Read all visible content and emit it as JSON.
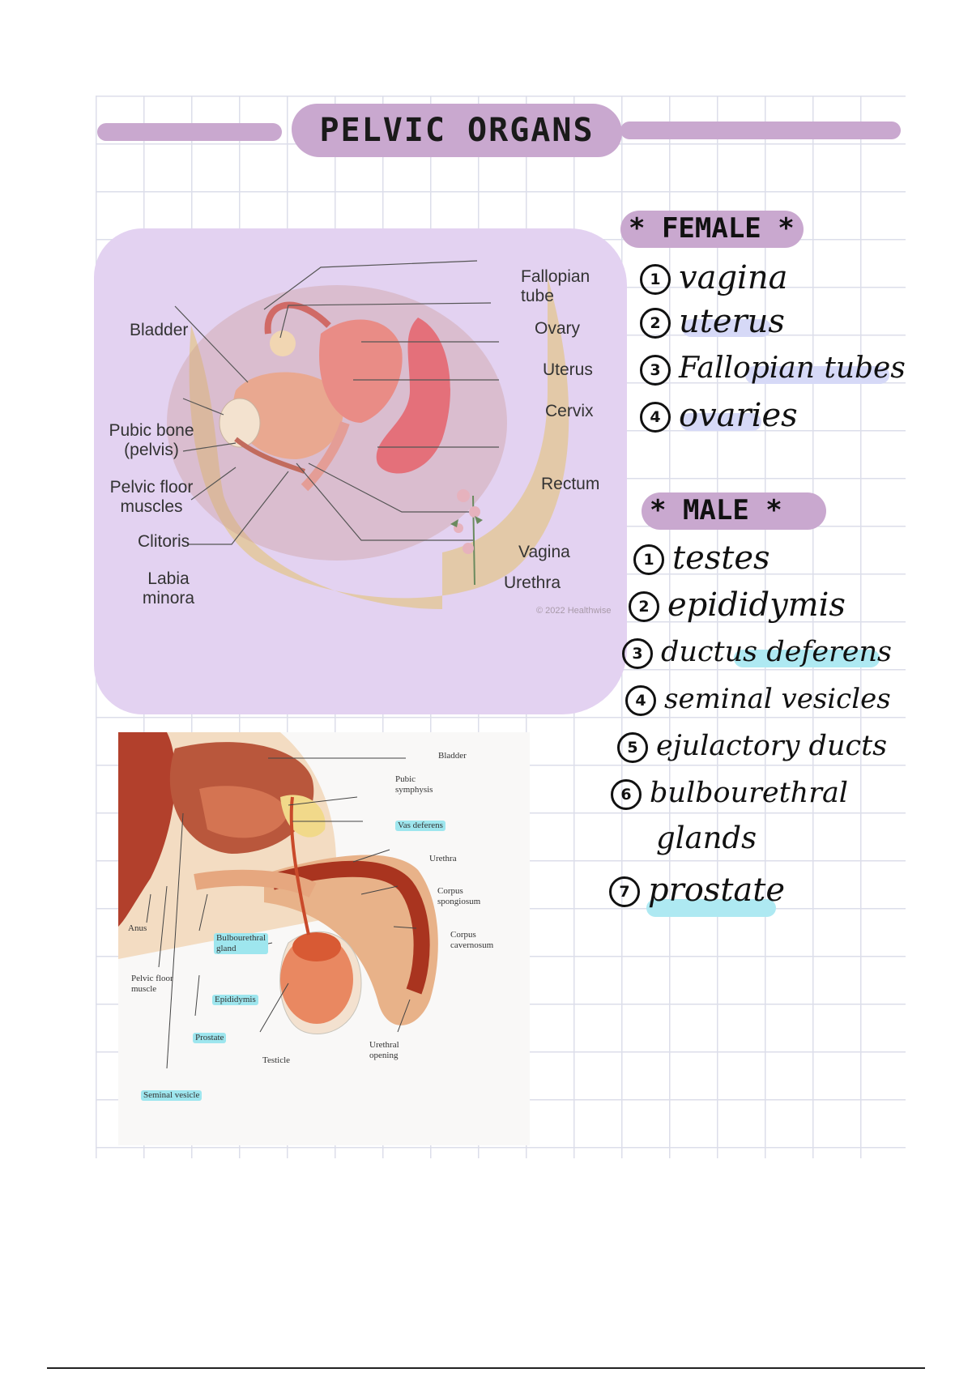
{
  "title": "PELVIC ORGANS",
  "colors": {
    "title_highlight": "#c9a8cf",
    "figure_background": "#e3d2f1",
    "female_highlight": "#d6d9f7",
    "male_highlight": "#aee9f2",
    "grid": "#d9dbe8"
  },
  "female_figure": {
    "labels": {
      "fallopian_tube": "Fallopian\ntube",
      "bladder": "Bladder",
      "ovary": "Ovary",
      "uterus": "Uterus",
      "cervix": "Cervix",
      "pubic_bone": "Pubic bone\n(pelvis)",
      "pelvic_floor": "Pelvic floor\nmuscles",
      "rectum": "Rectum",
      "clitoris": "Clitoris",
      "vagina": "Vagina",
      "labia_minora": "Labia\nminora",
      "urethra": "Urethra",
      "credit": "© 2022 Healthwise"
    }
  },
  "male_figure": {
    "labels": {
      "bladder": "Bladder",
      "pubic_symphysis": "Pubic\nsymphysis",
      "vas_deferens": "Vas deferens",
      "urethra": "Urethra",
      "corpus_spongiosum": "Corpus\nspongiosum",
      "corpus_cavernosum": "Corpus\ncavernosum",
      "anus": "Anus",
      "bulbourethral_gland": "Bulbourethral\ngland",
      "pelvic_floor": "Pelvic floor\nmuscle",
      "epididymis": "Epididymis",
      "prostate": "Prostate",
      "testicle": "Testicle",
      "urethral_opening": "Urethral\nopening",
      "seminal_vesicle": "Seminal vesicle"
    }
  },
  "female": {
    "heading": "* FEMALE *",
    "items": [
      {
        "num": "1",
        "text": "vagina"
      },
      {
        "num": "2",
        "text": "uterus"
      },
      {
        "num": "3",
        "text": "Fallopian tubes"
      },
      {
        "num": "4",
        "text": "ovaries"
      }
    ]
  },
  "male": {
    "heading": "* MALE *",
    "items": [
      {
        "num": "1",
        "text": "testes"
      },
      {
        "num": "2",
        "text": "epididymis"
      },
      {
        "num": "3",
        "text": "ductus deferens"
      },
      {
        "num": "4",
        "text": "seminal vesicles"
      },
      {
        "num": "5",
        "text": "ejulactory ducts"
      },
      {
        "num": "6",
        "text": "bulbourethral"
      },
      {
        "num": "",
        "text": "glands"
      },
      {
        "num": "7",
        "text": "prostate"
      }
    ]
  }
}
